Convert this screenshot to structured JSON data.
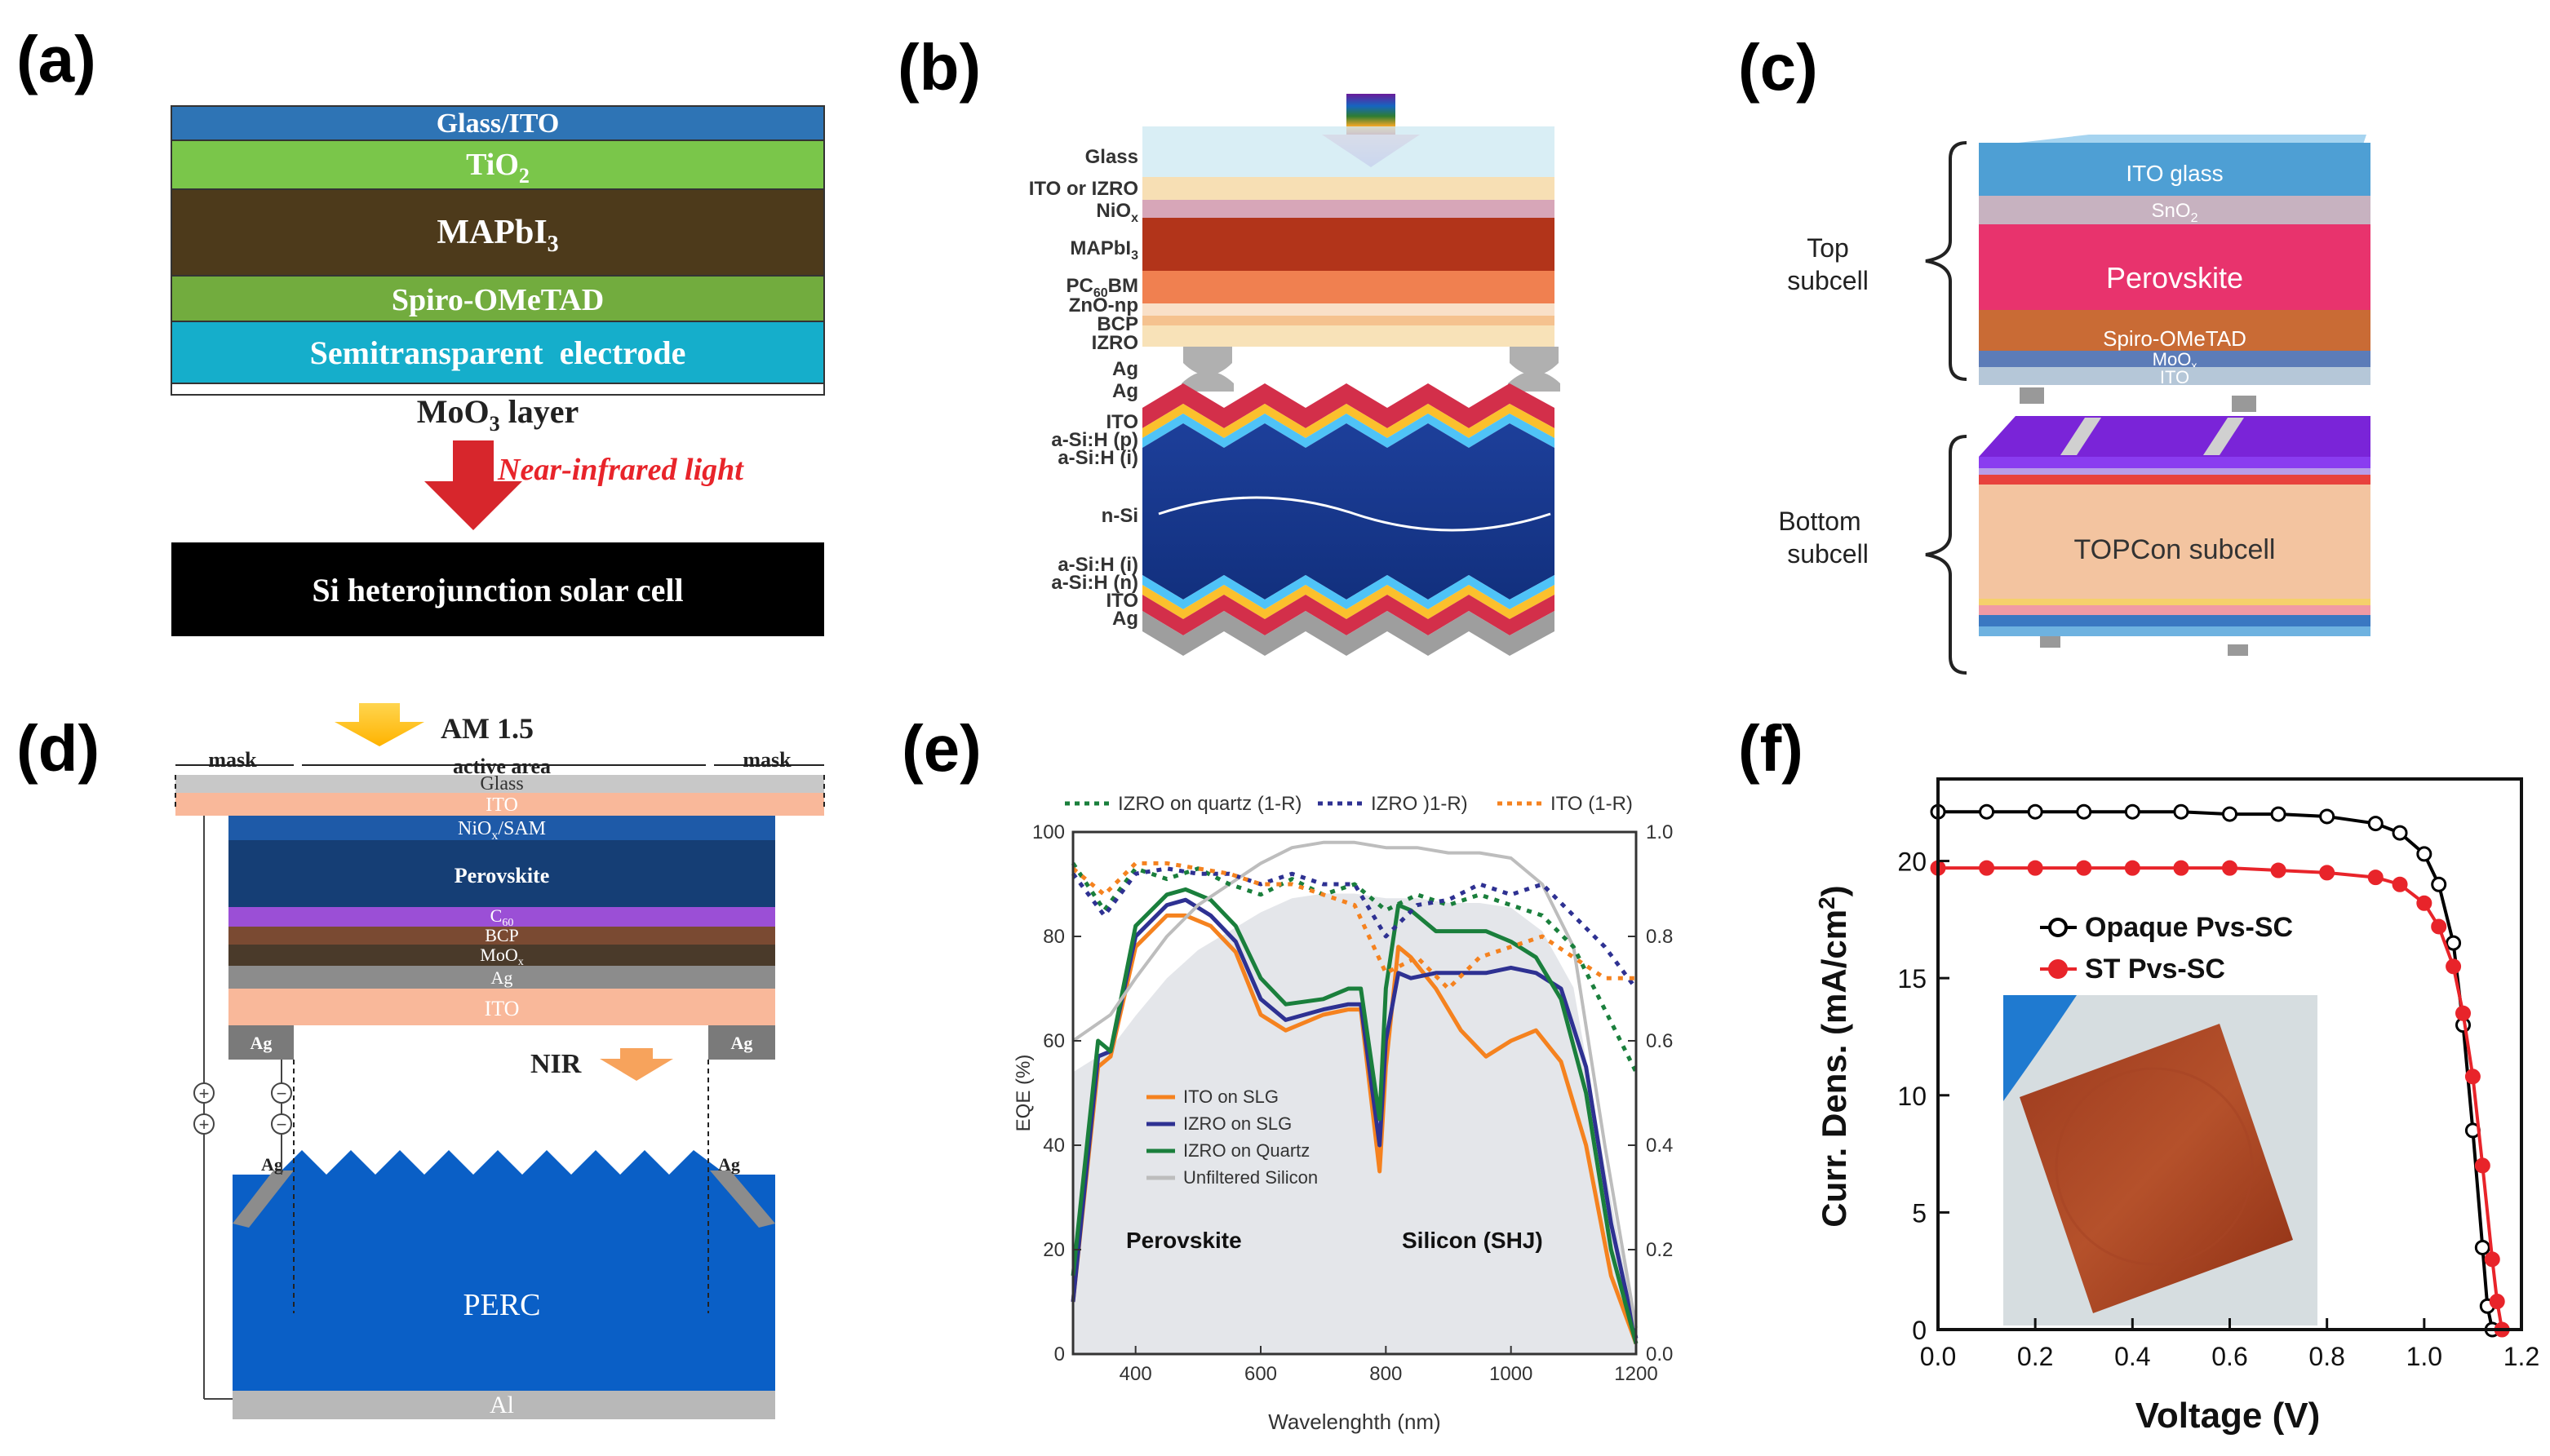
{
  "panels": {
    "a": {
      "label": "(a)",
      "layers": [
        "Glass/ITO",
        "TiO",
        "MAPbI",
        "Spiro-OMeTAD",
        "Semitransparent  electrode"
      ],
      "sub": {
        "tio2": "2",
        "mapbi3": "3",
        "moo3": "3"
      },
      "moo3_prefix": "MoO",
      "moo3_suffix": " layer",
      "arrow_label": "Near-infrared light",
      "cell": "Si heterojunction solar cell"
    },
    "b": {
      "label": "(b)",
      "layers": {
        "glass": "Glass",
        "ito_izro": "ITO or IZRO",
        "niox": "NiO",
        "niox_sub": "x",
        "mapbi3": "MAPbI",
        "mapbi3_sub": "3",
        "pcbm_a": "PC",
        "pcbm_sub": "60",
        "pcbm_b": "BM",
        "zno": "ZnO-np",
        "bcp": "BCP",
        "izro": "IZRO",
        "ag1": "Ag",
        "ag2": "Ag",
        "ito": "ITO",
        "asih_p": "a-Si:H (p)",
        "asih_i": "a-Si:H (i)",
        "nsi": "n-Si",
        "asih_i2": "a-Si:H (i)",
        "asih_n": "a-Si:H (n)",
        "ito2": "ITO",
        "ag3": "Ag"
      }
    },
    "c": {
      "label": "(c)",
      "top_a": "Top",
      "top_b": "subcell",
      "bottom_a": "Bottom",
      "bottom_b": "subcell",
      "layers": {
        "ito_glass": "ITO glass",
        "sno2": "SnO",
        "sno2_sub": "2",
        "perovskite": "Perovskite",
        "spiro": "Spiro-OMeTAD",
        "moox": "MoO",
        "moox_sub": "x",
        "ito": "ITO",
        "topcon": "TOPCon subcell"
      }
    },
    "d": {
      "label": "(d)",
      "am": "AM 1.5",
      "mask": "mask",
      "active": "active area",
      "layers": {
        "glass": "Glass",
        "ito": "ITO",
        "niox": "NiO",
        "niox_sub": "x",
        "niox_suffix": "/SAM",
        "perovskite": "Perovskite",
        "c60": "C",
        "c60_sub": "60",
        "bcp": "BCP",
        "moox": "MoO",
        "moox_sub": "x",
        "ag": "Ag",
        "ito2": "ITO",
        "ag_contact": "Ag",
        "perc": "PERC",
        "al": "Al"
      },
      "nir": "NIR",
      "plus": "+",
      "minus": "−"
    },
    "e": {
      "label": "(e)",
      "legend_top": [
        "IZRO on quartz (1-R)",
        "IZRO )1-R)",
        "ITO (1-R)"
      ],
      "legend_in": [
        "ITO on SLG",
        "IZRO on SLG",
        "IZRO on Quartz",
        "Unfiltered Silicon"
      ],
      "ylabel": "EQE (%)",
      "xlabel": "Wavelenghth (nm)",
      "region_left": "Perovskite",
      "region_right": "Silicon (SHJ)",
      "xticks": [
        "400",
        "600",
        "800",
        "1000",
        "1200"
      ],
      "yticks_left": [
        "0",
        "20",
        "40",
        "60",
        "80",
        "100"
      ],
      "yticks_right": [
        "0.0",
        "0.2",
        "0.4",
        "0.6",
        "0.8",
        "1.0"
      ]
    },
    "f": {
      "label": "(f)",
      "ylabel": "Curr. Dens. (mA/cm",
      "ylabel_sup": "2",
      "ylabel_end": ")",
      "xlabel": "Voltage (V)",
      "legend": [
        "Opaque Pvs-SC",
        "ST Pvs-SC"
      ],
      "xticks": [
        "0.0",
        "0.2",
        "0.4",
        "0.6",
        "0.8",
        "1.0",
        "1.2"
      ],
      "yticks": [
        "0",
        "5",
        "10",
        "15",
        "20"
      ]
    }
  },
  "colors": {
    "opaque": "#000000",
    "st": "#e8242a",
    "ito_on_slg": "#f5821f",
    "izro_on_slg": "#2e3192",
    "izro_on_quartz": "#1a7f3c",
    "unfiltered": "#bdbdbd",
    "nir_arrow": "#d7262c"
  },
  "chart_data": [
    {
      "type": "line",
      "panel": "e",
      "xlabel": "Wavelenghth (nm)",
      "ylabel": "EQE (%)",
      "xlim": [
        300,
        1200
      ],
      "ylim": [
        0,
        100
      ],
      "y2lim": [
        0,
        1.0
      ],
      "series": [
        {
          "name": "ITO on SLG",
          "x": [
            300,
            340,
            360,
            400,
            450,
            480,
            520,
            560,
            600,
            640,
            700,
            740,
            760,
            790,
            800,
            820,
            840,
            880,
            920,
            960,
            1000,
            1040,
            1080,
            1120,
            1160,
            1200
          ],
          "y": [
            10,
            55,
            57,
            78,
            84,
            84,
            82,
            77,
            65,
            62,
            65,
            66,
            66,
            35,
            55,
            78,
            76,
            70,
            62,
            57,
            60,
            62,
            56,
            40,
            15,
            2
          ]
        },
        {
          "name": "IZRO on SLG",
          "x": [
            300,
            340,
            360,
            400,
            450,
            480,
            520,
            560,
            600,
            640,
            700,
            740,
            760,
            790,
            800,
            820,
            840,
            880,
            920,
            960,
            1000,
            1040,
            1080,
            1120,
            1160,
            1200
          ],
          "y": [
            10,
            57,
            58,
            80,
            86,
            87,
            84,
            79,
            68,
            64,
            66,
            67,
            67,
            40,
            60,
            73,
            72,
            73,
            73,
            73,
            74,
            73,
            70,
            55,
            25,
            3
          ]
        },
        {
          "name": "IZRO on Quartz",
          "x": [
            300,
            340,
            360,
            400,
            450,
            480,
            520,
            560,
            600,
            640,
            700,
            740,
            760,
            790,
            800,
            820,
            840,
            880,
            920,
            960,
            1000,
            1040,
            1080,
            1120,
            1160,
            1200
          ],
          "y": [
            15,
            60,
            58,
            82,
            88,
            89,
            87,
            82,
            72,
            67,
            68,
            70,
            70,
            45,
            70,
            86,
            85,
            81,
            81,
            81,
            79,
            76,
            68,
            50,
            20,
            2
          ]
        },
        {
          "name": "Unfiltered Silicon",
          "x": [
            300,
            360,
            400,
            450,
            500,
            550,
            600,
            650,
            700,
            750,
            800,
            850,
            900,
            950,
            1000,
            1050,
            1100,
            1150,
            1200
          ],
          "y": [
            60,
            65,
            72,
            80,
            86,
            90,
            94,
            97,
            98,
            98,
            97,
            97,
            96,
            96,
            95,
            90,
            78,
            40,
            5
          ]
        },
        {
          "name": "IZRO on quartz (1-R)",
          "axis": "right",
          "x": [
            300,
            350,
            400,
            450,
            500,
            550,
            600,
            650,
            700,
            750,
            800,
            850,
            900,
            950,
            1000,
            1050,
            1100,
            1150,
            1200
          ],
          "y": [
            0.94,
            0.85,
            0.93,
            0.91,
            0.93,
            0.9,
            0.88,
            0.91,
            0.88,
            0.9,
            0.85,
            0.88,
            0.86,
            0.88,
            0.86,
            0.84,
            0.78,
            0.66,
            0.54
          ]
        },
        {
          "name": "IZRO )1-R)",
          "axis": "right",
          "x": [
            300,
            350,
            400,
            450,
            500,
            550,
            600,
            650,
            700,
            750,
            800,
            850,
            900,
            950,
            1000,
            1050,
            1100,
            1150,
            1200
          ],
          "y": [
            0.92,
            0.84,
            0.92,
            0.93,
            0.92,
            0.92,
            0.9,
            0.92,
            0.9,
            0.9,
            0.8,
            0.86,
            0.87,
            0.9,
            0.88,
            0.9,
            0.84,
            0.78,
            0.7
          ]
        },
        {
          "name": "ITO (1-R)",
          "axis": "right",
          "x": [
            300,
            350,
            400,
            450,
            500,
            550,
            600,
            650,
            700,
            750,
            800,
            850,
            900,
            950,
            1000,
            1050,
            1100,
            1150,
            1200
          ],
          "y": [
            0.93,
            0.88,
            0.94,
            0.94,
            0.93,
            0.92,
            0.9,
            0.9,
            0.88,
            0.86,
            0.73,
            0.76,
            0.7,
            0.76,
            0.78,
            0.8,
            0.76,
            0.72,
            0.72
          ]
        }
      ]
    },
    {
      "type": "line",
      "panel": "f",
      "xlabel": "Voltage (V)",
      "ylabel": "Curr. Dens. (mA/cm2)",
      "xlim": [
        0,
        1.2
      ],
      "ylim": [
        0,
        23.5
      ],
      "series": [
        {
          "name": "Opaque Pvs-SC",
          "x": [
            0,
            0.1,
            0.2,
            0.3,
            0.4,
            0.5,
            0.6,
            0.7,
            0.8,
            0.9,
            0.95,
            1.0,
            1.03,
            1.06,
            1.08,
            1.1,
            1.12,
            1.13,
            1.14
          ],
          "y": [
            22.1,
            22.1,
            22.1,
            22.1,
            22.1,
            22.1,
            22.0,
            22.0,
            21.9,
            21.6,
            21.2,
            20.3,
            19.0,
            16.5,
            13.0,
            8.5,
            3.5,
            1.0,
            0
          ]
        },
        {
          "name": "ST Pvs-SC",
          "x": [
            0,
            0.1,
            0.2,
            0.3,
            0.4,
            0.5,
            0.6,
            0.7,
            0.8,
            0.9,
            0.95,
            1.0,
            1.03,
            1.06,
            1.08,
            1.1,
            1.12,
            1.14,
            1.15,
            1.16
          ],
          "y": [
            19.7,
            19.7,
            19.7,
            19.7,
            19.7,
            19.7,
            19.7,
            19.6,
            19.5,
            19.3,
            19.0,
            18.2,
            17.2,
            15.5,
            13.5,
            10.8,
            7.0,
            3.0,
            1.2,
            0
          ]
        }
      ]
    }
  ]
}
